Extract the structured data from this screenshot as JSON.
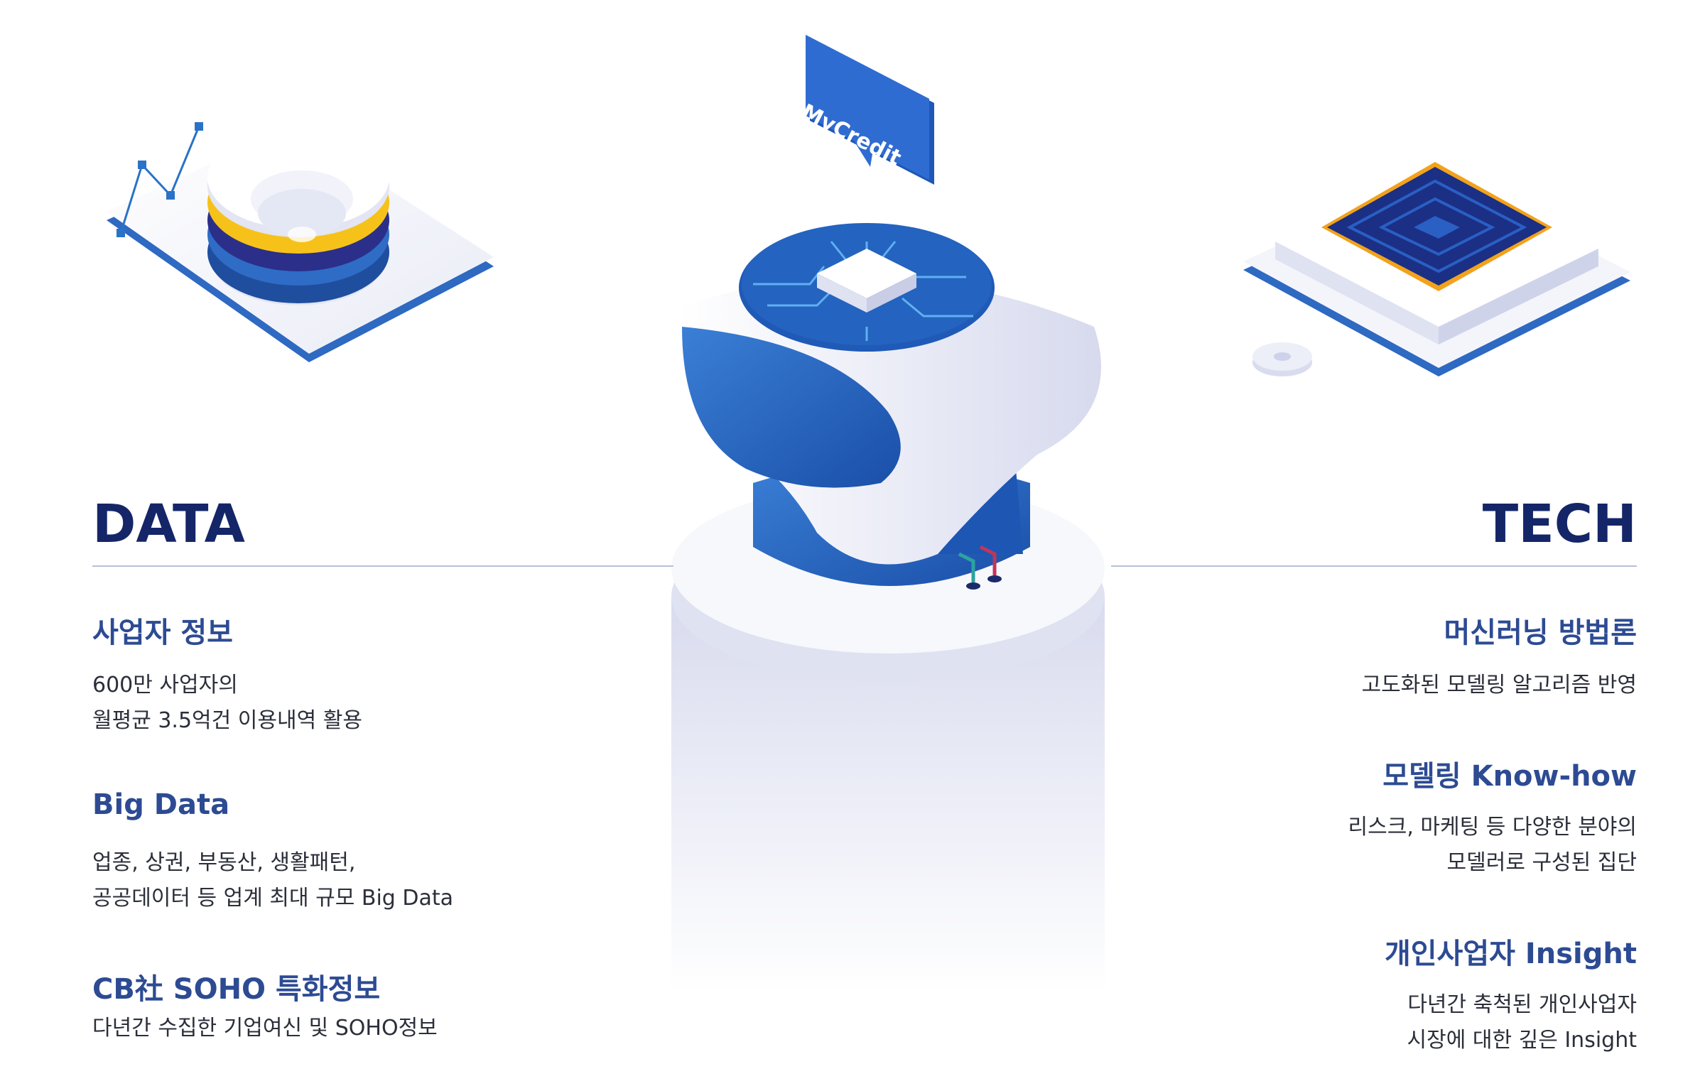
{
  "speech_bubble": {
    "text": "MyCredit"
  },
  "data_section": {
    "heading": "DATA",
    "items": [
      {
        "title": "사업자 정보",
        "lines": [
          "600만 사업자의",
          "월평균 3.5억건 이용내역 활용"
        ]
      },
      {
        "title": "Big Data",
        "lines": [
          "업종, 상권, 부동산, 생활패턴,",
          "공공데이터 등 업계 최대 규모 Big Data"
        ]
      },
      {
        "title": "CB社 SOHO 특화정보",
        "lines": [
          "다년간 수집한 기업여신 및 SOHO정보"
        ]
      }
    ]
  },
  "tech_section": {
    "heading": "TECH",
    "items": [
      {
        "title": "머신러닝 방법론",
        "lines": [
          "고도화된 모델링 알고리즘 반영"
        ]
      },
      {
        "title": "모델링 Know-how",
        "lines": [
          "리스크, 마케팅 등 다양한 분야의",
          "모델러로 구성된 집단"
        ]
      },
      {
        "title": "개인사업자 Insight",
        "lines": [
          "다년간 축척된 개인사업자",
          "시장에 대한 깊은 Insight"
        ]
      }
    ]
  },
  "colors": {
    "navy": "#142668",
    "title_blue": "#2d4b93",
    "accent_blue": "#2563b8",
    "yellow": "#f6c21a",
    "indigo": "#2b2f8a"
  }
}
